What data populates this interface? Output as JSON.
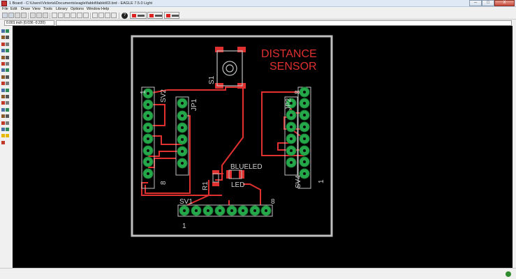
{
  "window": {
    "title": "1 Board - C:\\Users\\Victoria\\Documents\\eagle\\fabkit\\fabkit03.brd - EAGLE 7.5.0 Light",
    "min_label": "─",
    "max_label": "□",
    "close_label": "X"
  },
  "menu": [
    "File",
    "Edit",
    "Draw",
    "View",
    "Tools",
    "Library",
    "Options",
    "Window",
    "Help"
  ],
  "toolbar": {
    "help_label": "?"
  },
  "coord_display": "0.001 inch (0.036 -0.220)",
  "board": {
    "title_line1": "DISTANCE",
    "title_line2": "SENSOR",
    "labels": {
      "sv2": "SV2",
      "jp1": "JP1",
      "s1": "S1",
      "jp2": "JP2",
      "sv4": "SV4",
      "r1": "R1",
      "blueled": "BLUELED",
      "led": "LED",
      "sv1": "SV1",
      "pin1_sv2": "1",
      "pin8_sv2": "8",
      "pin8_jp2": "8",
      "pin1_sv4": "1",
      "pin1_sv1": "1",
      "pin8_sv1": "8"
    }
  },
  "colors": {
    "background": "#000000",
    "outline": "#c0c0c0",
    "copper_top": "#e03030",
    "pads": "#24a84a",
    "silkscreen": "#d0d0d0",
    "title_text": "#e03030"
  },
  "status": {
    "ok_icon": "green-status-icon"
  }
}
